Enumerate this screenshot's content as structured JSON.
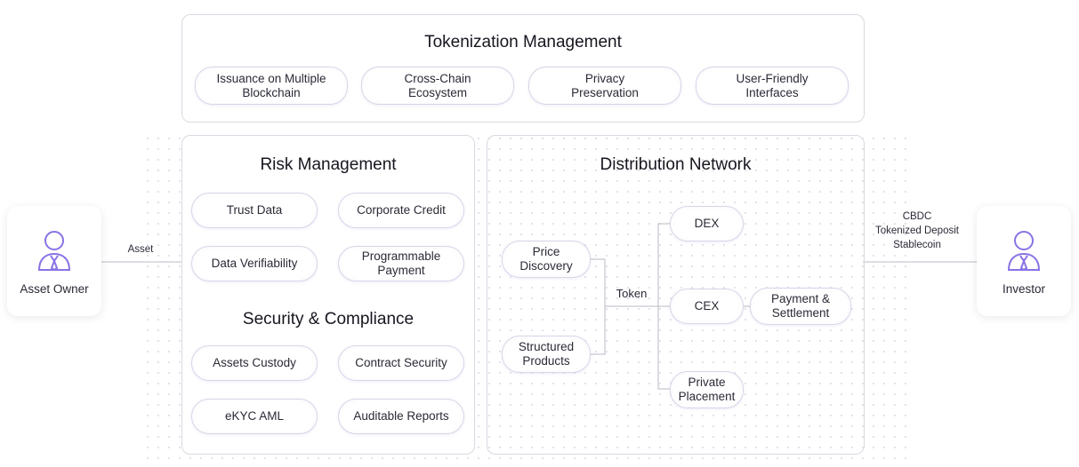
{
  "tokenization": {
    "title": "Tokenization Management",
    "items": [
      "Issuance on Multiple\nBlockchain",
      "Cross-Chain\nEcosystem",
      "Privacy\nPreservation",
      "User-Friendly\nInterfaces"
    ]
  },
  "risk": {
    "title": "Risk Management",
    "items": [
      "Trust Data",
      "Corporate Credit",
      "Data Verifiability",
      "Programmable\nPayment"
    ]
  },
  "security": {
    "title": "Security & Compliance",
    "items": [
      "Assets Custody",
      "Contract Security",
      "eKYC AML",
      "Auditable Reports"
    ]
  },
  "distribution": {
    "title": "Distribution Network",
    "inputs": [
      "Price\nDiscovery",
      "Structured\nProducts"
    ],
    "token_label": "Token",
    "channels": [
      "DEX",
      "CEX",
      "Private\nPlacement"
    ],
    "settlement": "Payment &\nSettlement"
  },
  "asset_owner": {
    "label": "Asset Owner",
    "flow_label": "Asset",
    "icon": "user-icon"
  },
  "investor": {
    "label": "Investor",
    "flow_labels": [
      "CBDC",
      "Tokenized Deposit",
      "Stablecoin"
    ],
    "icon": "user-icon"
  },
  "colors": {
    "accent": "#8a72e6",
    "accent_pink": "#e879c9",
    "border": "#d9d9e2"
  }
}
